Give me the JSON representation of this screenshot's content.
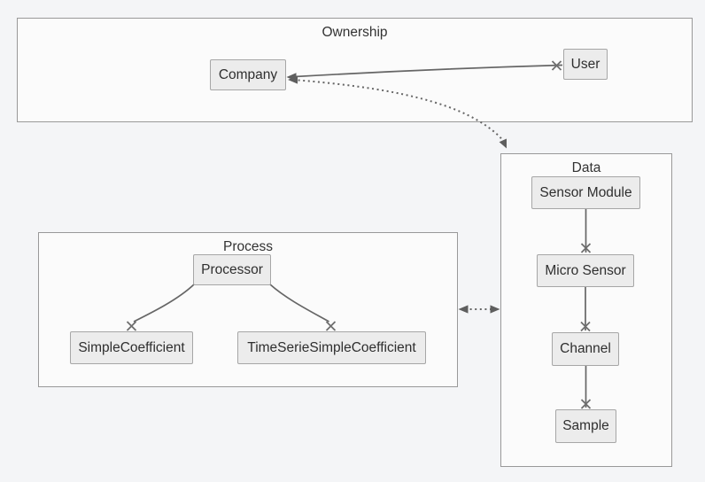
{
  "clusters": {
    "ownership": {
      "title": "Ownership"
    },
    "process": {
      "title": "Process"
    },
    "data": {
      "title": "Data"
    }
  },
  "nodes": {
    "company": {
      "label": "Company"
    },
    "user": {
      "label": "User"
    },
    "processor": {
      "label": "Processor"
    },
    "simple_coefficient": {
      "label": "SimpleCoefficient"
    },
    "time_serie_simple_coefficient": {
      "label": "TimeSerieSimpleCoefficient"
    },
    "sensor_module": {
      "label": "Sensor Module"
    },
    "micro_sensor": {
      "label": "Micro Sensor"
    },
    "channel": {
      "label": "Channel"
    },
    "sample": {
      "label": "Sample"
    }
  },
  "edges": [
    {
      "from": "User",
      "to": "Company",
      "line": "solid",
      "source_marker": "cross",
      "target_marker": "arrow",
      "bidirectional": false
    },
    {
      "from": "Company",
      "to": "Data",
      "line": "dotted",
      "source_marker": "arrow",
      "target_marker": "arrow",
      "bidirectional": true
    },
    {
      "from": "Process",
      "to": "Data",
      "line": "dotted",
      "source_marker": "arrow",
      "target_marker": "arrow",
      "bidirectional": true
    },
    {
      "from": "Sensor Module",
      "to": "Micro Sensor",
      "line": "solid",
      "source_marker": "none",
      "target_marker": "cross",
      "bidirectional": false
    },
    {
      "from": "Micro Sensor",
      "to": "Channel",
      "line": "solid",
      "source_marker": "none",
      "target_marker": "cross",
      "bidirectional": false
    },
    {
      "from": "Channel",
      "to": "Sample",
      "line": "solid",
      "source_marker": "none",
      "target_marker": "cross",
      "bidirectional": false
    },
    {
      "from": "Processor",
      "to": "SimpleCoefficient",
      "line": "solid",
      "source_marker": "none",
      "target_marker": "cross",
      "bidirectional": false
    },
    {
      "from": "Processor",
      "to": "TimeSerieSimpleCoefficient",
      "line": "solid",
      "source_marker": "none",
      "target_marker": "cross",
      "bidirectional": false
    }
  ],
  "colors": {
    "background": "#f4f5f7",
    "cluster_fill": "#fbfbfb",
    "cluster_border": "#999999",
    "node_fill": "#ececec",
    "node_border": "#a6a6a6",
    "edge": "#666666",
    "text": "#2f2f2f"
  }
}
